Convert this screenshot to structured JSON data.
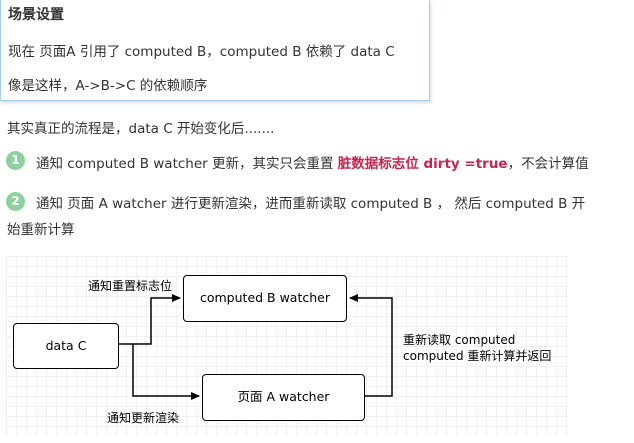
{
  "scene": {
    "title": "场景设置",
    "line1": "现在 页面A 引用了 computed B，computed B 依赖了 data C",
    "line2": "像是这样，A->B->C 的依赖顺序"
  },
  "intro": "其实真正的流程是，data C 开始变化后.......",
  "steps": [
    {
      "number": "1",
      "text_before": "通知 computed B watcher 更新，其实只会重置 ",
      "highlight": "脏数据标志位 dirty =true",
      "text_after": "，不会计算值"
    },
    {
      "number": "2",
      "text_line1": "通知 页面 A watcher 进行更新渲染，进而重新读取 computed B ， 然后 computed B 开",
      "text_line2": "始重新计算"
    }
  ],
  "diagram": {
    "nodes": {
      "data_c": "data C",
      "computed_b": "computed B watcher",
      "page_a": "页面 A watcher"
    },
    "labels": {
      "reset_flag": "通知重置标志位",
      "update_render": "通知更新渲染",
      "reread_line1": "重新读取 computed",
      "reread_line2": "computed 重新计算并返回"
    }
  },
  "colors": {
    "highlight": "#c7254e",
    "step_badge": "#8fd19e",
    "box_border": "#a9cdf0"
  }
}
